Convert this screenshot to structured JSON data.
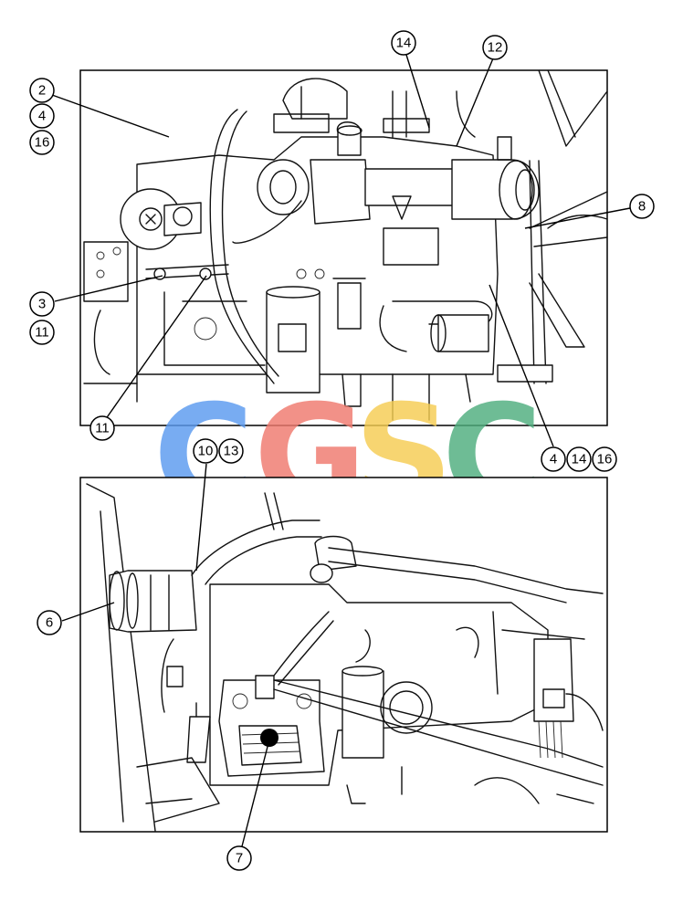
{
  "watermark": {
    "letters": [
      "C",
      "G",
      "S",
      "C"
    ],
    "colors": [
      "#5b9bf0",
      "#f07a6e",
      "#f6cd52",
      "#4fae7e"
    ]
  },
  "callouts": {
    "top": {
      "c2": "2",
      "c4a": "4",
      "c16a": "16",
      "c14a": "14",
      "c12": "12",
      "c8": "8",
      "c3": "3",
      "c11a": "11",
      "c11b": "11",
      "c4b": "4",
      "c14b": "14",
      "c16b": "16"
    },
    "bottom": {
      "c10": "10",
      "c13": "13",
      "c6": "6",
      "c7": "7"
    }
  }
}
